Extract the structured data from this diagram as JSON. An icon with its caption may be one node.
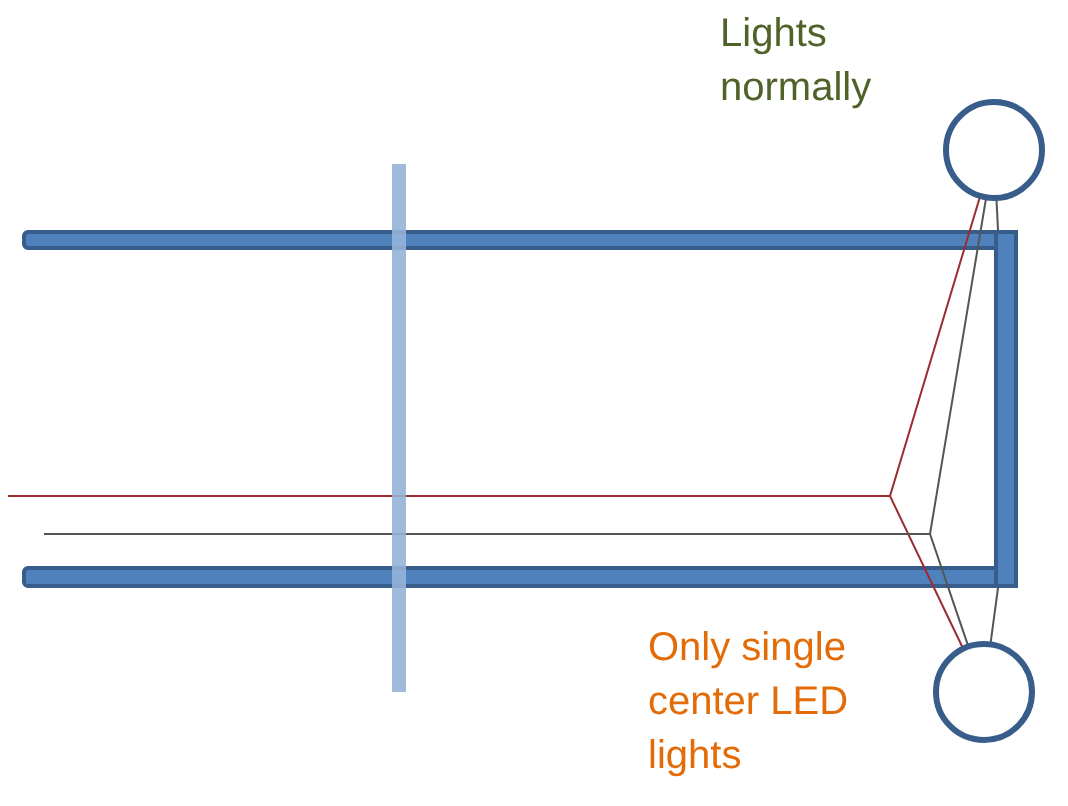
{
  "diagram": {
    "nodes": [
      {
        "text": [
          "Lights normally"
        ]
      },
      {
        "text": [
          "Only single center LED lights"
        ]
      },
      {
        "text": [],
        "shape": "bar"
      }
    ],
    "edges": [
      {
        "from": null,
        "to": 0,
        "arrow": "none",
        "color": "#9b2d30"
      },
      {
        "from": null,
        "to": 1,
        "arrow": "none",
        "color": "#9b2d30"
      },
      {
        "from": null,
        "to": 0,
        "arrow": "none",
        "color": "#555555"
      },
      {
        "from": null,
        "to": 1,
        "arrow": "none",
        "color": "#555555"
      },
      {
        "from": 0,
        "to": 2,
        "arrow": "none",
        "color": "#555555"
      },
      {
        "from": 2,
        "to": 1,
        "arrow": "none",
        "color": "#555555"
      }
    ]
  }
}
